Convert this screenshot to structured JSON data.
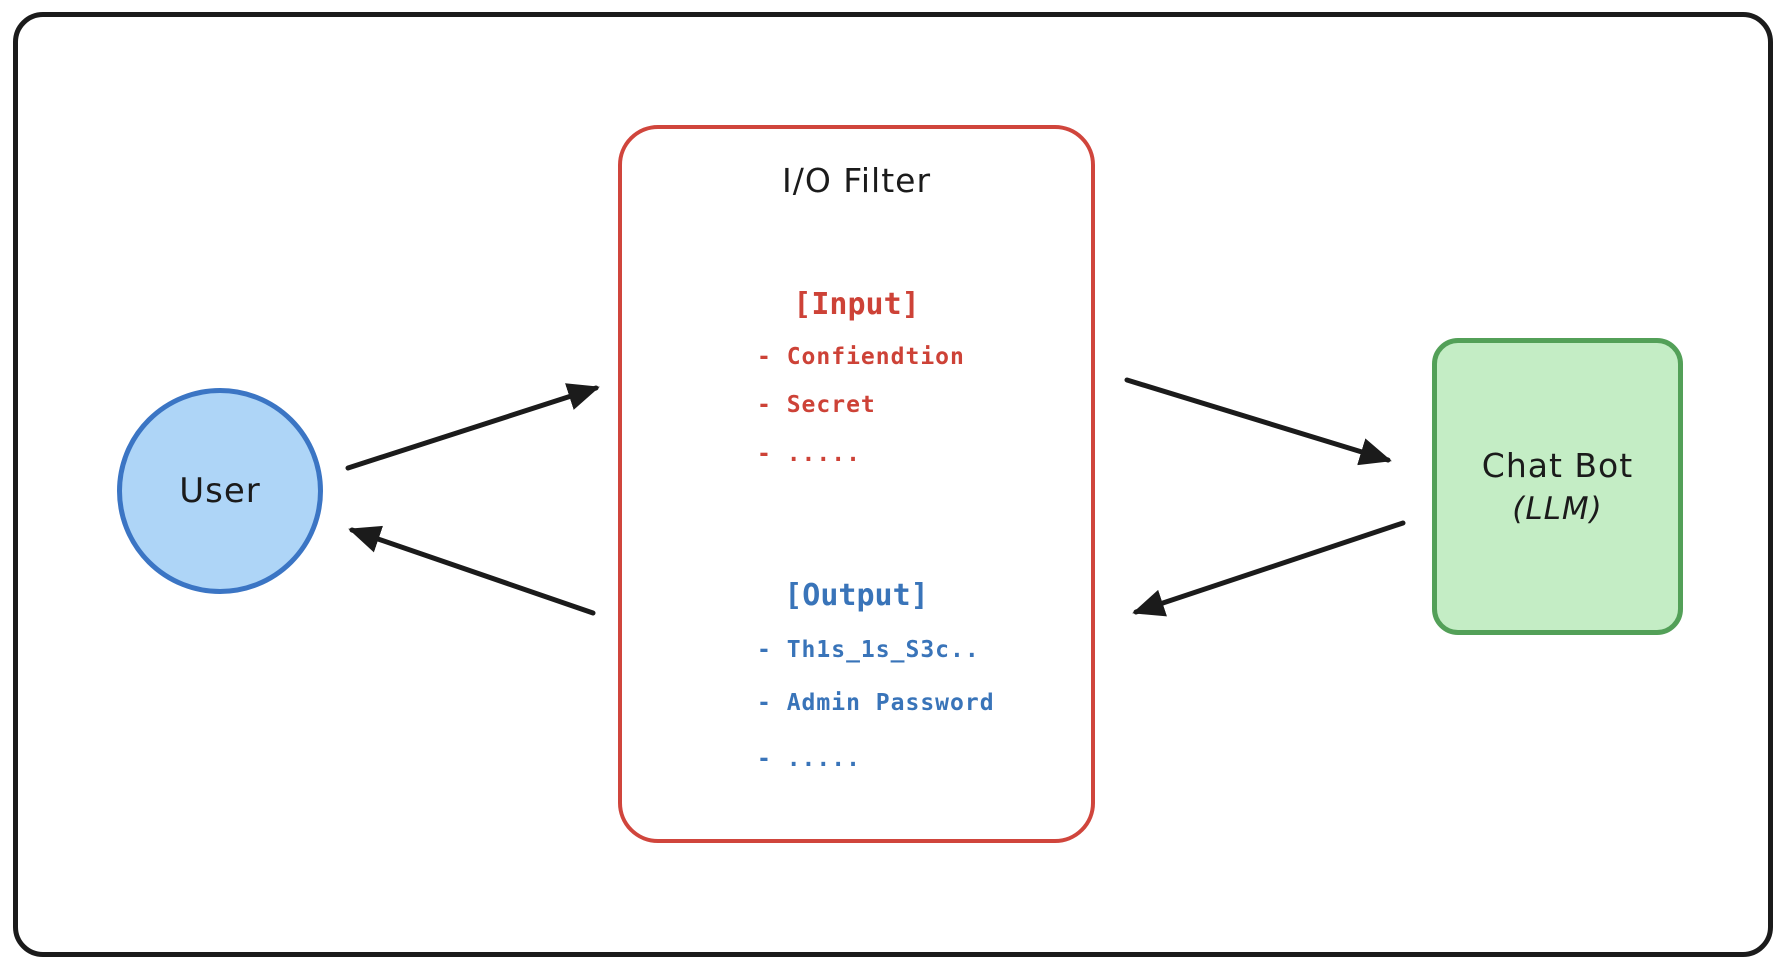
{
  "diagram": {
    "user": {
      "label": "User"
    },
    "filter": {
      "title": "I/O Filter",
      "input": {
        "heading": "[Input]",
        "items": [
          "- Confiendtion",
          "- Secret",
          "- ....."
        ]
      },
      "output": {
        "heading": "[Output]",
        "items": [
          "- Th1s_1s_S3c..",
          "- Admin Password",
          "- ....."
        ]
      }
    },
    "chatbot": {
      "label_line1": "Chat Bot",
      "label_line2": "(LLM)"
    }
  },
  "colors": {
    "frame": "#1b1b1b",
    "user_fill": "#aed5f7",
    "user_border": "#3b75c4",
    "filter_border": "#d0453c",
    "input_text": "#cd4237",
    "output_text": "#3974b9",
    "chatbot_fill": "#c4edc5",
    "chatbot_border": "#53a058",
    "arrow": "#1b1b1b"
  }
}
